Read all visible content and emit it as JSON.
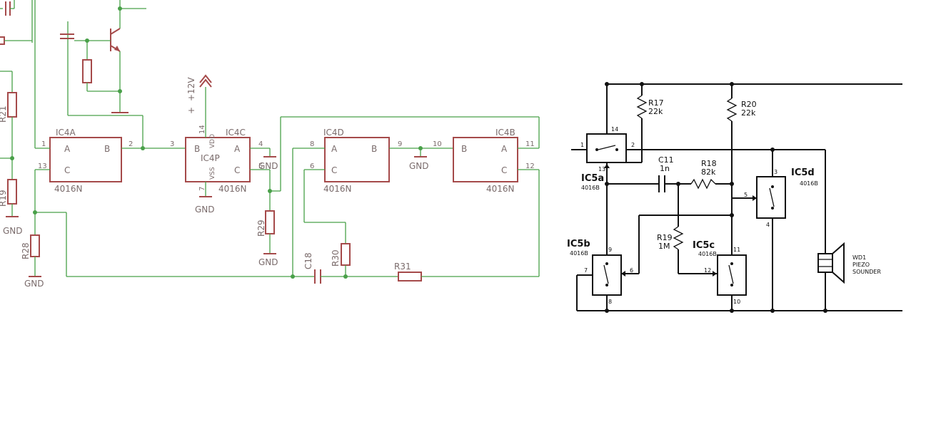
{
  "left_schematic": {
    "chips": [
      {
        "name": "IC4A",
        "type": "4016N",
        "pin_a": "A",
        "pin_b": "B",
        "pin_c": "C",
        "pins": [
          "1",
          "2",
          "13"
        ]
      },
      {
        "name": "IC4C",
        "type": "4016N",
        "pin_a": "A",
        "pin_b": "B",
        "pin_c": "C",
        "pins": [
          "3",
          "4",
          "5"
        ]
      },
      {
        "name": "IC4D",
        "type": "4016N",
        "pin_a": "A",
        "pin_b": "B",
        "pin_c": "C",
        "pins": [
          "8",
          "9",
          "6"
        ]
      },
      {
        "name": "IC4B",
        "type": "4016N",
        "pin_a": "A",
        "pin_b": "B",
        "pin_c": "C",
        "pins": [
          "10",
          "11",
          "12"
        ]
      }
    ],
    "power_block": {
      "name": "IC4P",
      "vdd": "VDD",
      "vss": "VSS",
      "pin_top": "14",
      "pin_bottom": "7"
    },
    "supply": {
      "label": "+12V",
      "plus": "+"
    },
    "resistors": [
      "R21",
      "R19",
      "R28",
      "R29",
      "R30",
      "R31"
    ],
    "capacitors": [
      "C18"
    ],
    "ground_label": "GND"
  },
  "right_schematic": {
    "switches": [
      {
        "name": "IC5a",
        "type": "4016B",
        "pins": [
          "1",
          "2",
          "13",
          "14"
        ]
      },
      {
        "name": "IC5b",
        "type": "4016B",
        "pins": [
          "9",
          "7",
          "6",
          "8"
        ]
      },
      {
        "name": "IC5c",
        "type": "4016B",
        "pins": [
          "11",
          "12",
          "10"
        ]
      },
      {
        "name": "IC5d",
        "type": "4016B",
        "pins": [
          "3",
          "5",
          "4"
        ]
      }
    ],
    "resistors": [
      {
        "name": "R17",
        "value": "22k"
      },
      {
        "name": "R20",
        "value": "22k"
      },
      {
        "name": "R18",
        "value": "82k"
      },
      {
        "name": "R19",
        "value": "1M"
      }
    ],
    "capacitor": {
      "name": "C11",
      "value": "1n"
    },
    "sounder": {
      "line1": "WD1",
      "line2": "PIEZO",
      "line3": "SOUNDER"
    }
  }
}
